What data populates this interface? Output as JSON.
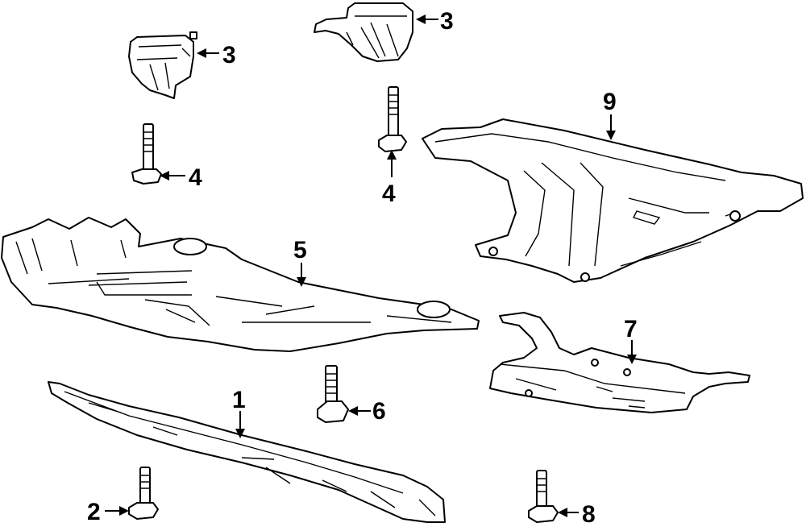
{
  "callouts": [
    {
      "id": "c1",
      "label": "1"
    },
    {
      "id": "c2",
      "label": "2"
    },
    {
      "id": "c3a",
      "label": "3"
    },
    {
      "id": "c3b",
      "label": "3"
    },
    {
      "id": "c4a",
      "label": "4"
    },
    {
      "id": "c4b",
      "label": "4"
    },
    {
      "id": "c5",
      "label": "5"
    },
    {
      "id": "c6",
      "label": "6"
    },
    {
      "id": "c7",
      "label": "7"
    },
    {
      "id": "c8",
      "label": "8"
    },
    {
      "id": "c9",
      "label": "9"
    }
  ]
}
